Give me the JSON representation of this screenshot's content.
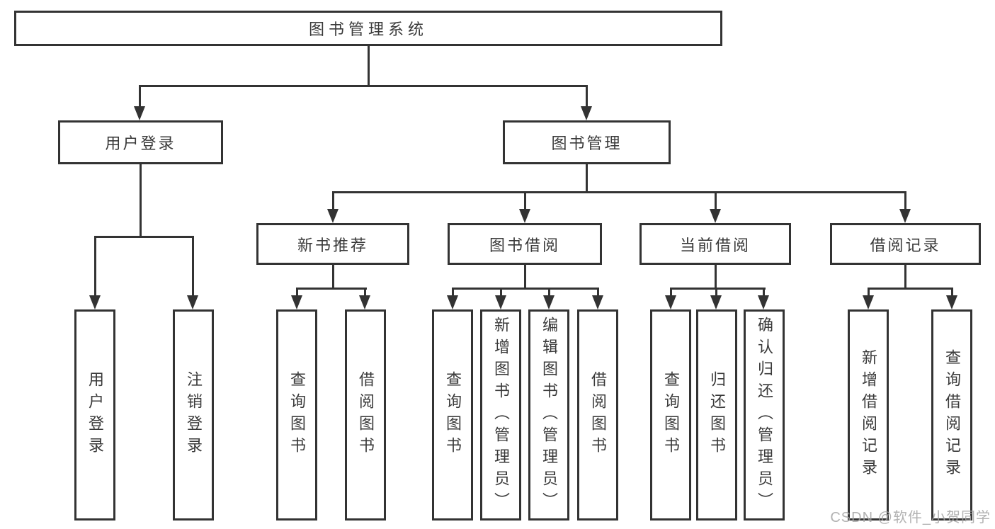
{
  "tree": {
    "root": "图书管理系统",
    "branches": [
      {
        "label": "用户登录",
        "children": [
          "用户登录",
          "注销登录"
        ]
      },
      {
        "label": "图书管理",
        "groups": [
          {
            "label": "新书推荐",
            "children": [
              "查询图书",
              "借阅图书"
            ]
          },
          {
            "label": "图书借阅",
            "children": [
              "查询图书",
              "新增图书（管理员）",
              "编辑图书（管理员）",
              "借阅图书"
            ]
          },
          {
            "label": "当前借阅",
            "children": [
              "查询图书",
              "归还图书",
              "确认归还（管理员）"
            ]
          },
          {
            "label": "借阅记录",
            "children": [
              "新增借阅记录",
              "查询借阅记录"
            ]
          }
        ]
      }
    ]
  },
  "watermark": {
    "text": "CSDN @软件_小贺同学"
  },
  "colors": {
    "line": "#333333",
    "text": "#3a3a3a",
    "watermark": "#a5a5a5",
    "background": "#ffffff"
  }
}
